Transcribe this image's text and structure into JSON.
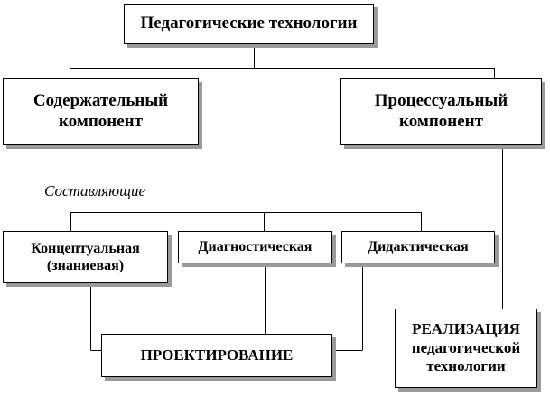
{
  "diagram": {
    "root": {
      "label": "Педагогические технологии"
    },
    "content_component": {
      "line1": "Содержательный",
      "line2": "компонент"
    },
    "process_component": {
      "line1": "Процессуальный",
      "line2": "компонент"
    },
    "components_caption": "Составляющие",
    "conceptual": {
      "line1": "Концептуальная",
      "line2": "(знаниевая)"
    },
    "diagnostic": {
      "label": "Диагностическая"
    },
    "didactic": {
      "label": "Дидактическая"
    },
    "design": {
      "label": "ПРОЕКТИРОВАНИЕ"
    },
    "implementation": {
      "line1": "РЕАЛИЗАЦИЯ",
      "line2": "педагогической",
      "line3": "технологии"
    }
  }
}
